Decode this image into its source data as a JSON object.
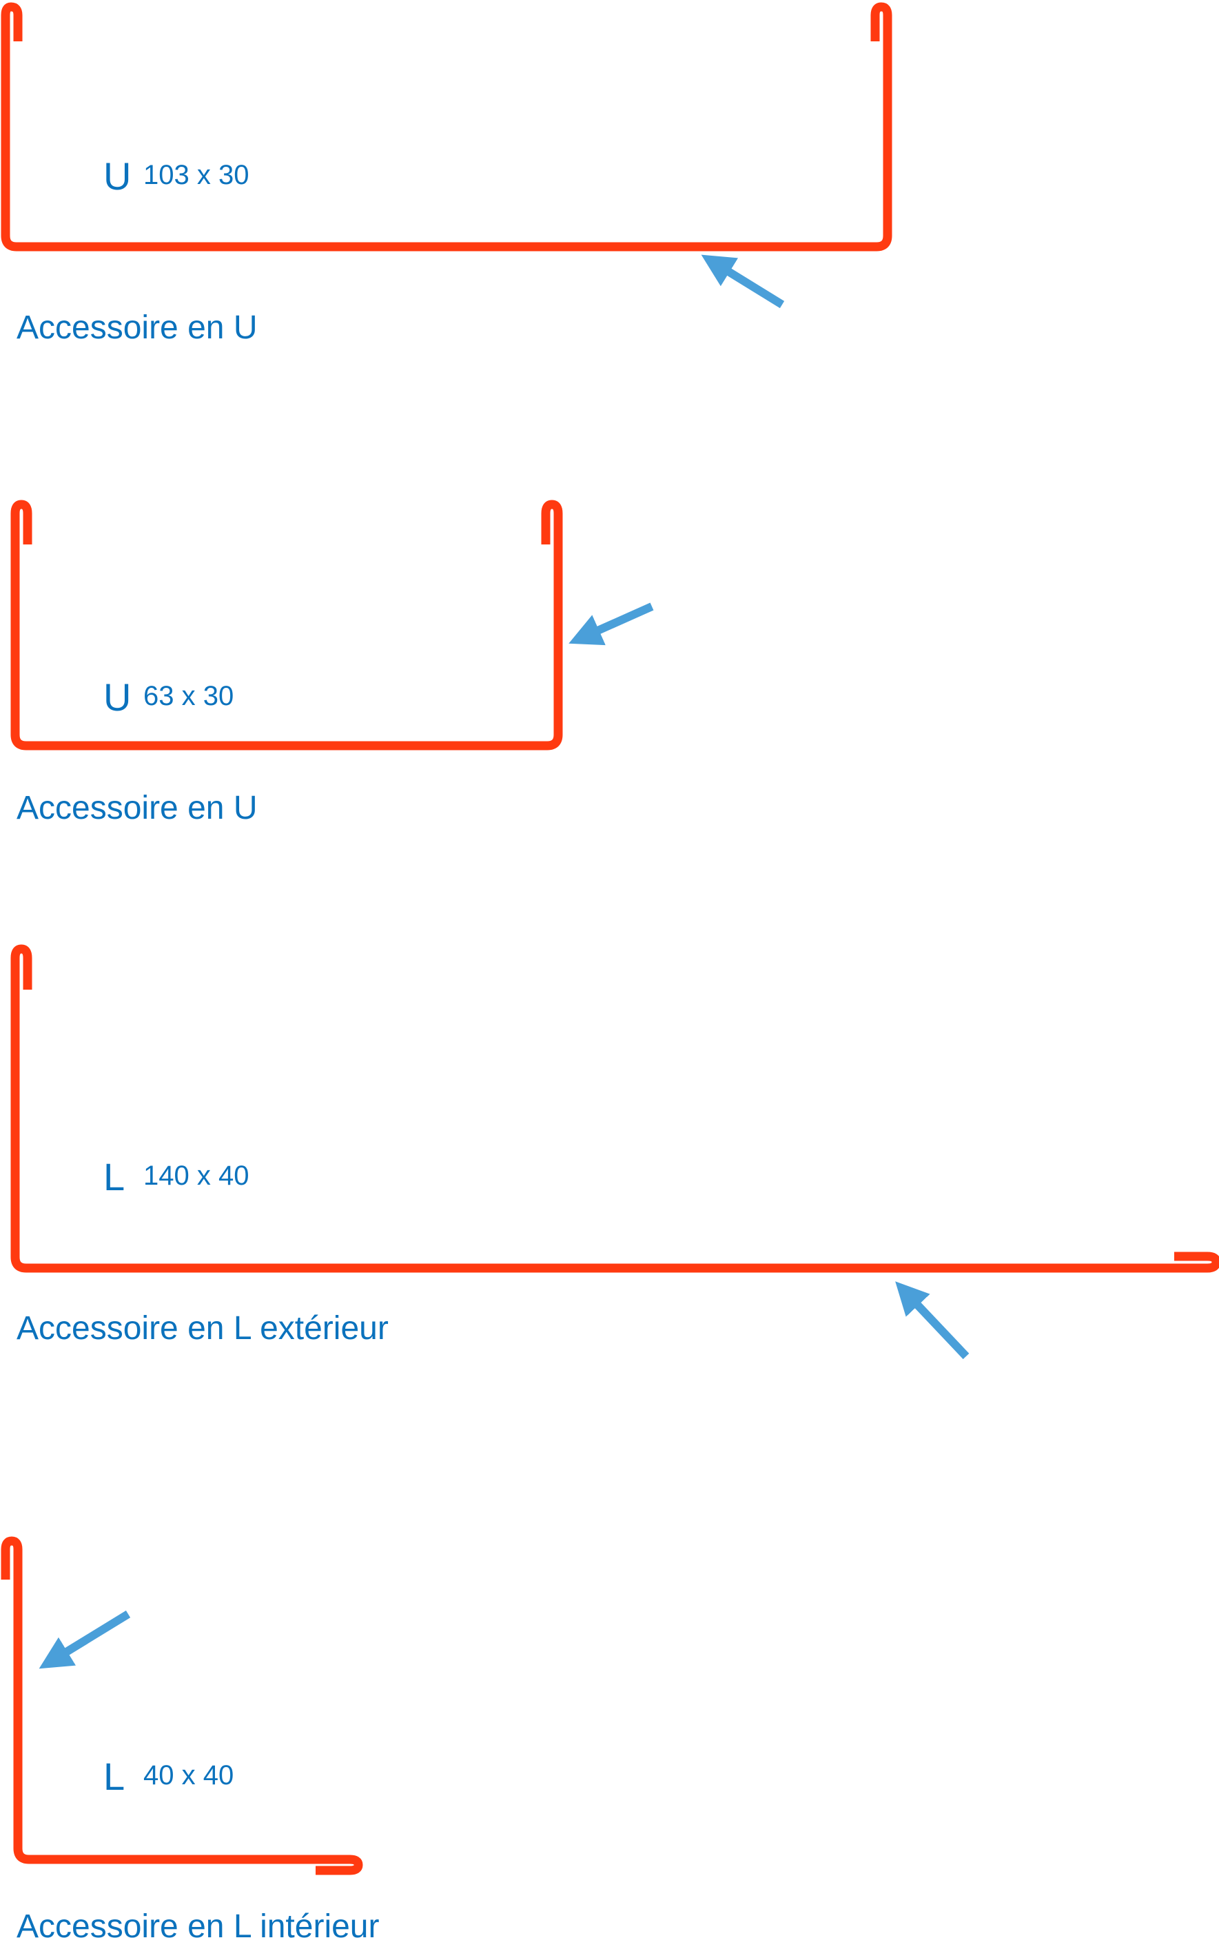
{
  "colors": {
    "profile": "#ff3a10",
    "arrow": "#4a9fd9",
    "text": "#0b72bd"
  },
  "profiles": [
    {
      "shape": "U",
      "letter": "U",
      "dims": "103 x 30",
      "caption": "Accessoire en U"
    },
    {
      "shape": "U",
      "letter": "U",
      "dims": "63 x 30",
      "caption": "Accessoire en U"
    },
    {
      "shape": "L",
      "letter": "L",
      "dims": "140 x 40",
      "caption": "Accessoire en L extérieur"
    },
    {
      "shape": "L",
      "letter": "L",
      "dims": "40 x 40",
      "caption": "Accessoire en L intérieur"
    }
  ]
}
